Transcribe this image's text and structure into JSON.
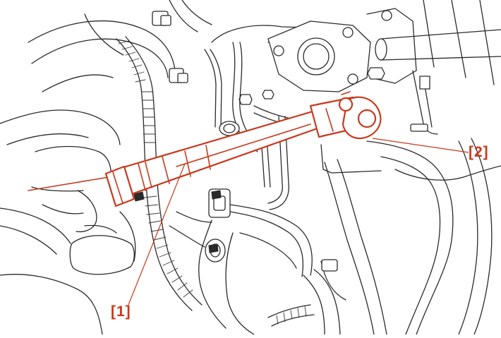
{
  "figure": {
    "callouts": [
      {
        "id": "1",
        "label": "[1]"
      },
      {
        "id": "2",
        "label": "[2]"
      }
    ]
  },
  "colors": {
    "accent": "#c8381c",
    "ink": "#2a2a2a",
    "background": "#ffffff"
  }
}
